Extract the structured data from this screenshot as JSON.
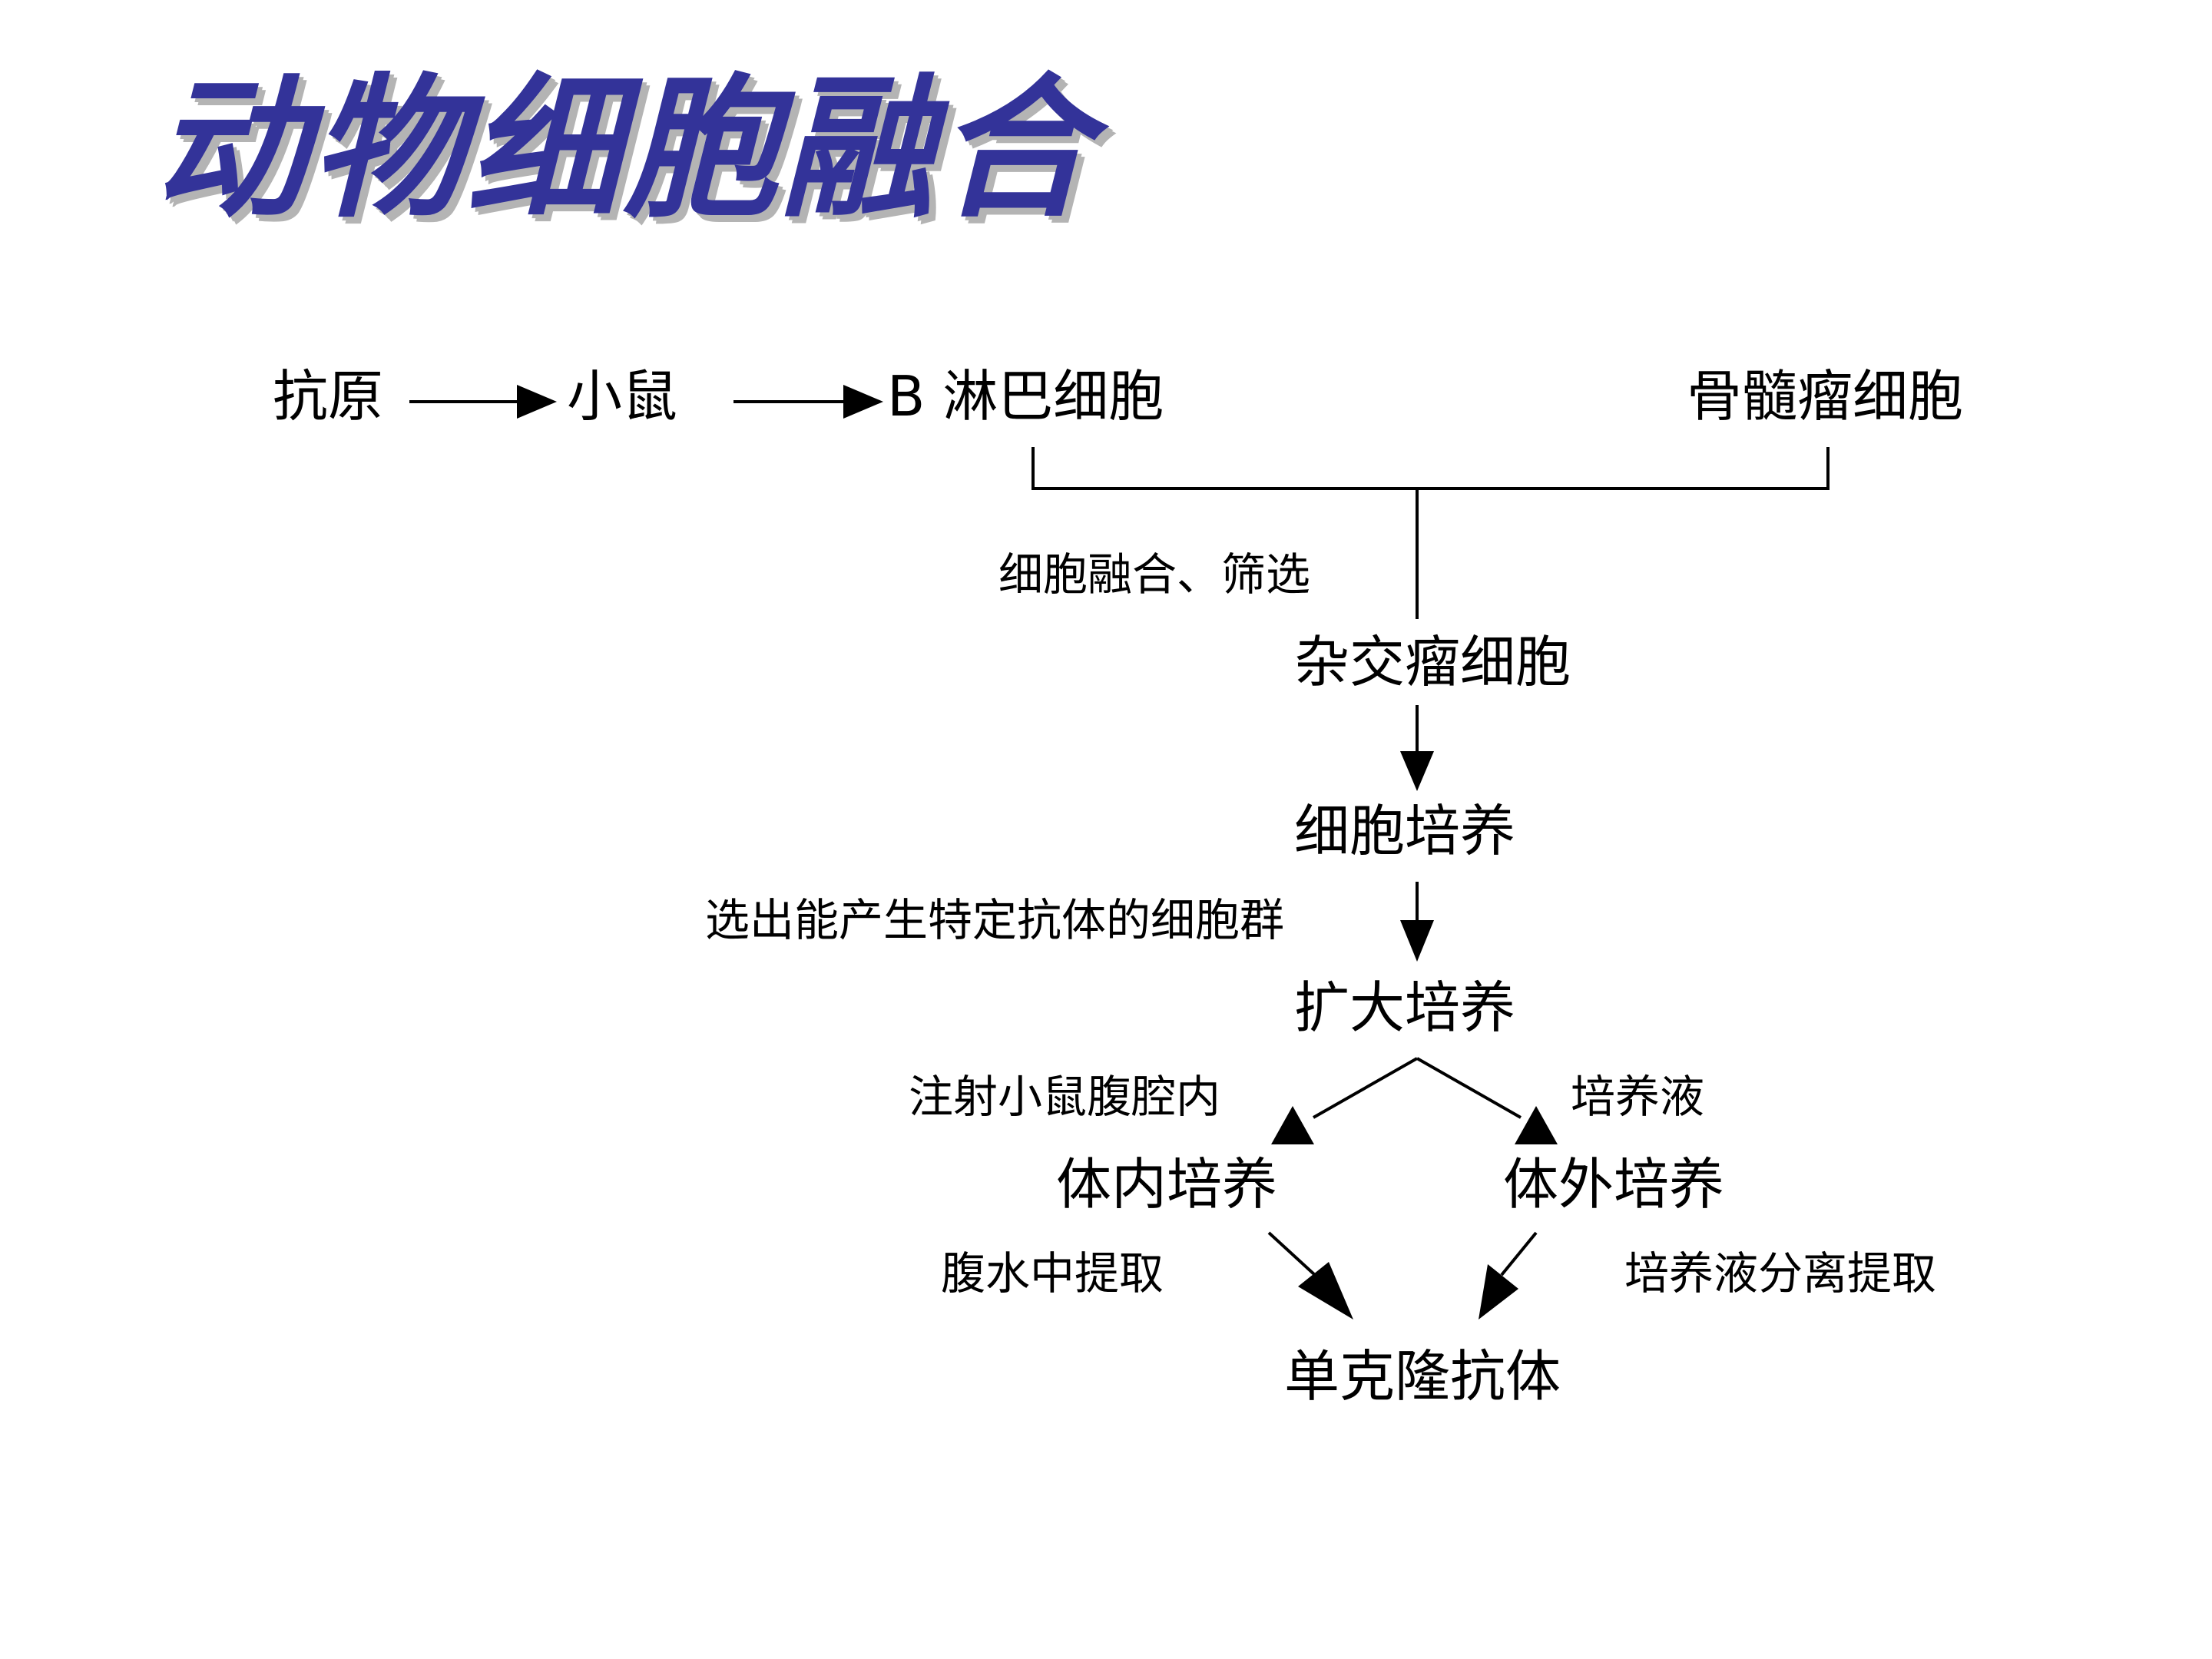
{
  "slide": {
    "title": "动物细胞融合"
  },
  "diagram": {
    "nodes": {
      "antigen": "抗原",
      "mouse": "小鼠",
      "b_cell": "B 淋巴细胞",
      "myeloma": "骨髓瘤细胞",
      "hybridoma": "杂交瘤细胞",
      "cell_culture": "细胞培养",
      "expanded_culture": "扩大培养",
      "in_vivo_culture": "体内培养",
      "in_vitro_culture": "体外培养",
      "monoclonal_antibody": "单克隆抗体"
    },
    "edge_labels": {
      "fusion_screening": "细胞融合、筛选",
      "select_cells": "选出能产生特定抗体的细胞群",
      "inject_mouse": "注射小鼠腹腔内",
      "culture_medium": "培养液",
      "extract_ascites": "腹水中提取",
      "extract_medium": "培养液分离提取"
    }
  }
}
